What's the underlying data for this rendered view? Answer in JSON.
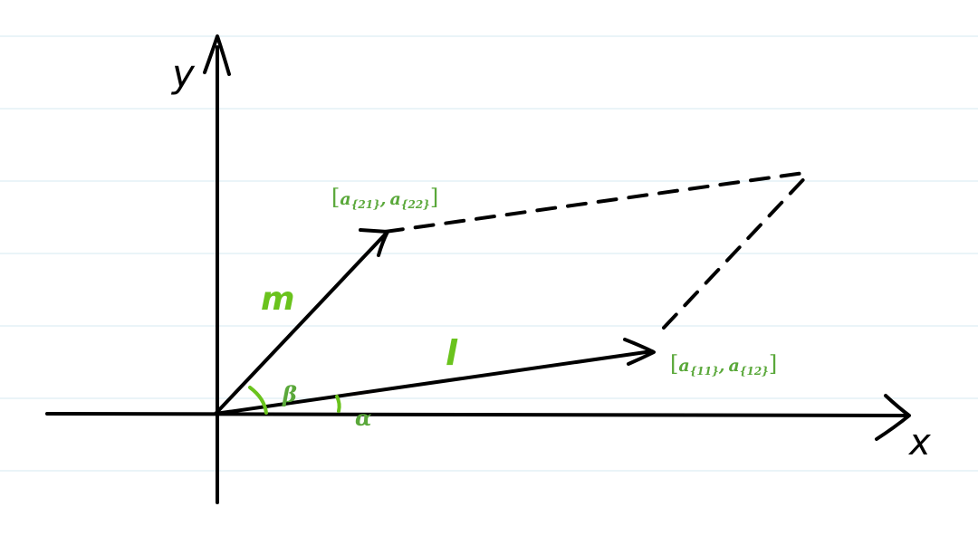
{
  "axes": {
    "y_label": "y",
    "x_label": "x"
  },
  "vectors": {
    "first": {
      "coord_open": "[",
      "a1": "a",
      "sub1": "{11}",
      "comma": ",",
      "a2": "a",
      "sub2": "{12}",
      "coord_close": "]",
      "length_label": "l",
      "angle_label": "α"
    },
    "second": {
      "coord_open": "[",
      "a1": "a",
      "sub1": "{21}",
      "comma": ",",
      "a2": "a",
      "sub2": "{22}",
      "coord_close": "]",
      "length_label": "m",
      "angle_label": "β"
    }
  },
  "colors": {
    "ink": "#000000",
    "label_green": "#5aa83a",
    "handwriting_green": "#6ac31d",
    "rule_lines": "#d6e9f1"
  }
}
